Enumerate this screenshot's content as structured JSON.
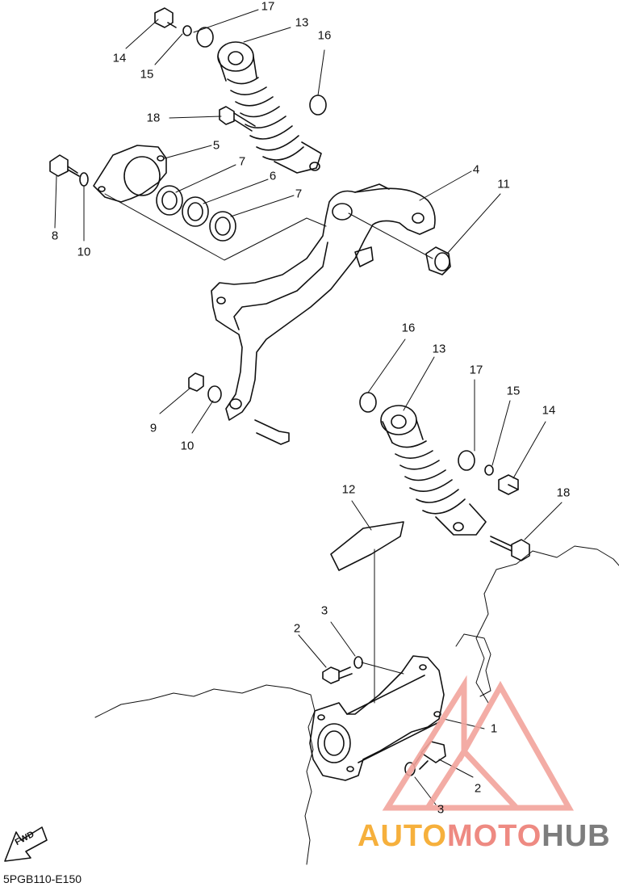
{
  "diagram": {
    "code": "5PGB110-E150",
    "fwd_label": "FWD",
    "watermark": {
      "part1": "AUTO",
      "part2": "MOTO",
      "part3": "HUB"
    },
    "callouts": [
      {
        "id": "c-17a",
        "text": "17"
      },
      {
        "id": "c-13a",
        "text": "13"
      },
      {
        "id": "c-16a",
        "text": "16"
      },
      {
        "id": "c-14a",
        "text": "14"
      },
      {
        "id": "c-15a",
        "text": "15"
      },
      {
        "id": "c-18a",
        "text": "18"
      },
      {
        "id": "c-5",
        "text": "5"
      },
      {
        "id": "c-7a",
        "text": "7"
      },
      {
        "id": "c-6",
        "text": "6"
      },
      {
        "id": "c-7b",
        "text": "7"
      },
      {
        "id": "c-4",
        "text": "4"
      },
      {
        "id": "c-11",
        "text": "11"
      },
      {
        "id": "c-8",
        "text": "8"
      },
      {
        "id": "c-10a",
        "text": "10"
      },
      {
        "id": "c-16b",
        "text": "16"
      },
      {
        "id": "c-13b",
        "text": "13"
      },
      {
        "id": "c-17b",
        "text": "17"
      },
      {
        "id": "c-15b",
        "text": "15"
      },
      {
        "id": "c-14b",
        "text": "14"
      },
      {
        "id": "c-9",
        "text": "9"
      },
      {
        "id": "c-10b",
        "text": "10"
      },
      {
        "id": "c-12",
        "text": "12"
      },
      {
        "id": "c-18b",
        "text": "18"
      },
      {
        "id": "c-3a",
        "text": "3"
      },
      {
        "id": "c-2a",
        "text": "2"
      },
      {
        "id": "c-1",
        "text": "1"
      },
      {
        "id": "c-2b",
        "text": "2"
      },
      {
        "id": "c-3b",
        "text": "3"
      }
    ]
  }
}
